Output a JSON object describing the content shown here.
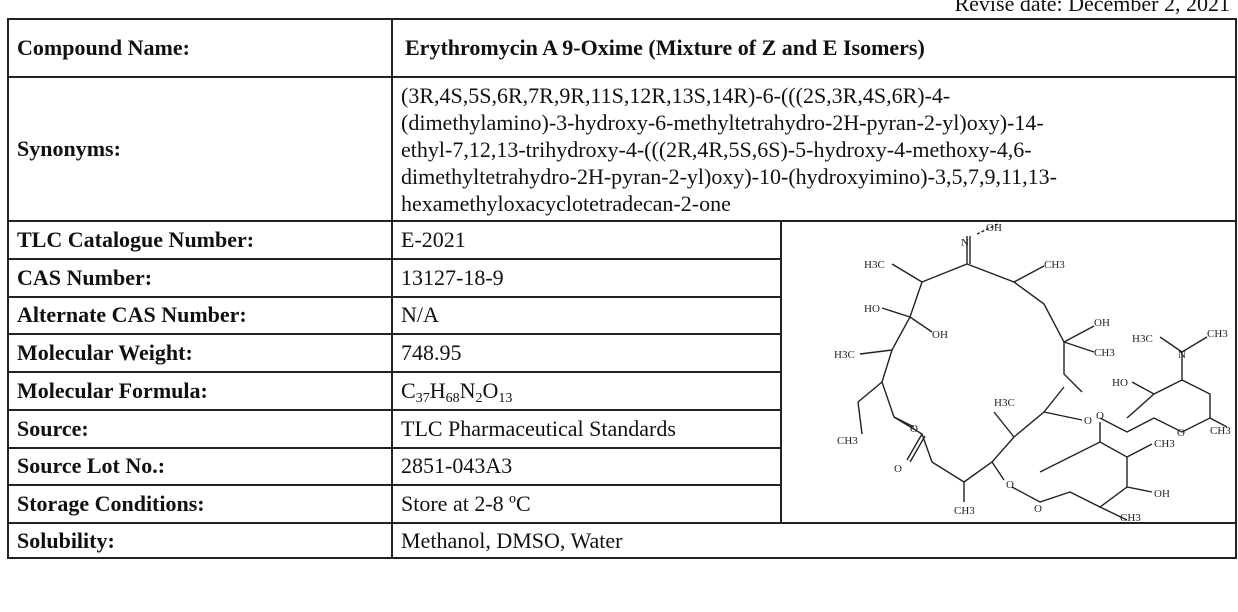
{
  "header": {
    "left_fragment": "",
    "right_fragment": "Revise date: December 2, 2021"
  },
  "compound": {
    "label": "Compound Name:",
    "value": "Erythromycin A 9-Oxime (Mixture of Z and E Isomers)"
  },
  "synonyms": {
    "label": "Synonyms:",
    "lines": [
      "(3R,4S,5S,6R,7R,9R,11S,12R,13S,14R)-6-(((2S,3R,4S,6R)-4-",
      "(dimethylamino)-3-hydroxy-6-methyltetrahydro-2H-pyran-2-yl)oxy)-14-",
      "ethyl-7,12,13-trihydroxy-4-(((2R,4R,5S,6S)-5-hydroxy-4-methoxy-4,6-",
      "dimethyltetrahydro-2H-pyran-2-yl)oxy)-10-(hydroxyimino)-3,5,7,9,11,13-",
      "hexamethyloxacyclotetradecan-2-one"
    ]
  },
  "rows": [
    {
      "label": "TLC Catalogue Number:",
      "value": "E-2021"
    },
    {
      "label": "CAS Number:",
      "value": "13127-18-9"
    },
    {
      "label": "Alternate CAS Number:",
      "value": "N/A"
    },
    {
      "label": "Molecular Weight:",
      "value": "748.95"
    },
    {
      "label": "Molecular Formula:",
      "value": "C37H68N2O13"
    },
    {
      "label": "Source:",
      "value": "TLC Pharmaceutical Standards"
    },
    {
      "label": "Source Lot No.:",
      "value": "2851-043A3"
    },
    {
      "label": "Storage Conditions:",
      "value": "Store at 2-8 ºC"
    },
    {
      "label": "Solubility:",
      "value": "Methanol, DMSO, Water"
    }
  ],
  "formula_parts": {
    "c": "C",
    "c_n": "37",
    "h": "H",
    "h_n": "68",
    "n": "N",
    "n_n": "2",
    "o": "O",
    "o_n": "13"
  },
  "structure_atoms": {
    "oh_top": "OH",
    "n_oxime": "N",
    "h3c_1": "H3C",
    "ch3_1": "CH3",
    "ho_1": "HO",
    "oh_2": "OH",
    "oh_3": "OH",
    "h3c_2": "H3C",
    "ch3_2": "CH3",
    "h3c_3": "H3C",
    "ch3_3": "CH3",
    "n_amine": "N",
    "ho_2": "HO",
    "o_ring1": "O",
    "ch3_4": "CH3",
    "h3c_4": "H3C",
    "o_lac": "O",
    "o_carbonyl": "O",
    "ch3_5": "CH3",
    "o_link": "O",
    "ch3_6": "CH3",
    "o_methoxy": "O",
    "ch3_7": "CH3",
    "oh_4": "OH",
    "o_ring2": "O",
    "ch3_8": "CH3",
    "o_gly": "O"
  }
}
